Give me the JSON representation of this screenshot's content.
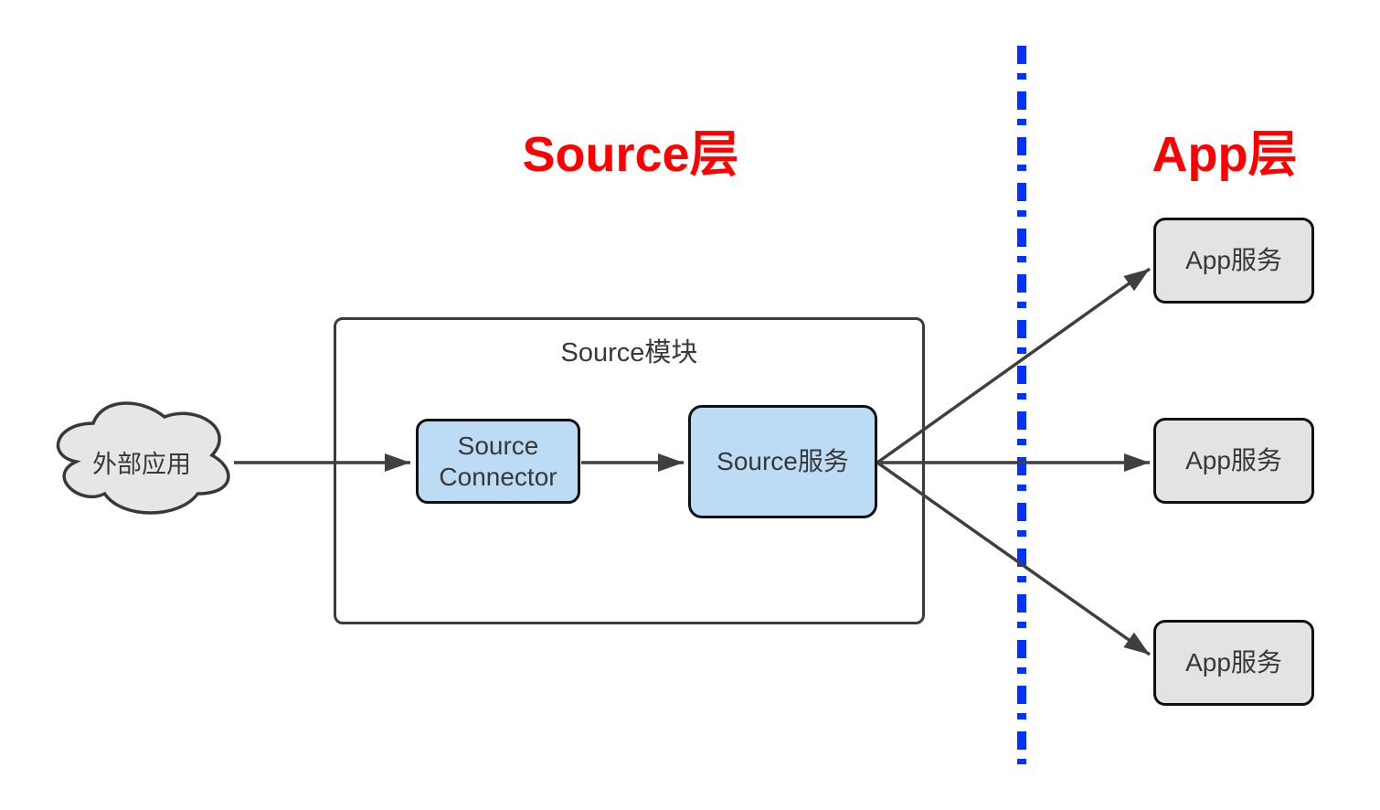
{
  "diagram": {
    "titles": {
      "source_layer": "Source层",
      "app_layer": "App层"
    },
    "nodes": {
      "external_app": {
        "label": "外部应用"
      },
      "source_module": {
        "label": "Source模块"
      },
      "source_connector": {
        "label": "Source Connector"
      },
      "source_service": {
        "label": "Source服务"
      },
      "app_services": [
        {
          "label": "App服务"
        },
        {
          "label": "App服务"
        },
        {
          "label": "App服务"
        }
      ]
    },
    "edges": [
      {
        "from": "external_app",
        "to": "source_connector"
      },
      {
        "from": "source_connector",
        "to": "source_service"
      },
      {
        "from": "source_service",
        "to": "app_services.0"
      },
      {
        "from": "source_service",
        "to": "app_services.1"
      },
      {
        "from": "source_service",
        "to": "app_services.2"
      }
    ],
    "colors": {
      "title_red": "#ff0000",
      "divider_blue": "#0033ff",
      "node_blue_fill": "#bcdcf5",
      "node_gray_fill": "#e3e3e3",
      "node_border": "#101010",
      "module_border": "#3b3b3b",
      "arrow": "#3f3f3f",
      "text": "#383838",
      "background": "#ffffff"
    }
  }
}
